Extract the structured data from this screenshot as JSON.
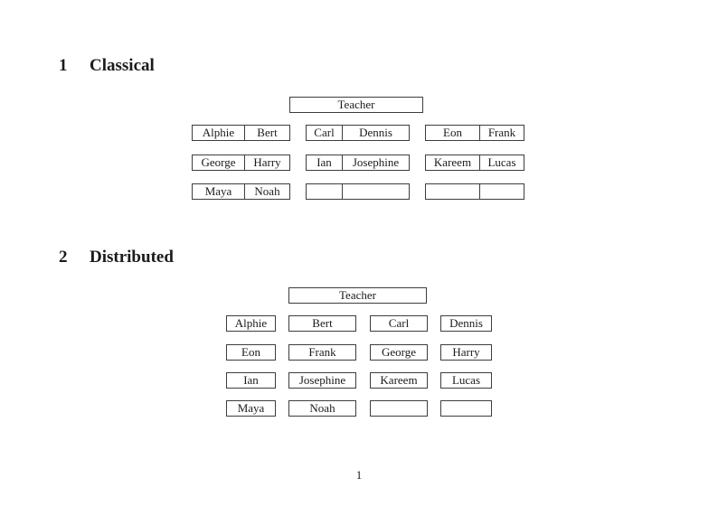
{
  "page": {
    "number": "1"
  },
  "colors": {
    "text": "#1b1b1b",
    "border": "#3d3d3d",
    "background": "#ffffff"
  },
  "sections": {
    "classical": {
      "number": "1",
      "title": "Classical",
      "teacher_label": "Teacher",
      "rows": [
        {
          "pairs": [
            {
              "left": "Alphie",
              "right": "Bert"
            },
            {
              "left": "Carl",
              "right": "Dennis"
            },
            {
              "left": "Eon",
              "right": "Frank"
            }
          ]
        },
        {
          "pairs": [
            {
              "left": "George",
              "right": "Harry"
            },
            {
              "left": "Ian",
              "right": "Josephine"
            },
            {
              "left": "Kareem",
              "right": "Lucas"
            }
          ]
        },
        {
          "pairs": [
            {
              "left": "Maya",
              "right": "Noah"
            },
            {
              "left": "",
              "right": ""
            },
            {
              "left": "",
              "right": ""
            }
          ]
        }
      ]
    },
    "distributed": {
      "number": "2",
      "title": "Distributed",
      "teacher_label": "Teacher",
      "rows": [
        {
          "desks": [
            "Alphie",
            "Bert",
            "Carl",
            "Dennis"
          ]
        },
        {
          "desks": [
            "Eon",
            "Frank",
            "George",
            "Harry"
          ]
        },
        {
          "desks": [
            "Ian",
            "Josephine",
            "Kareem",
            "Lucas"
          ]
        },
        {
          "desks": [
            "Maya",
            "Noah",
            "",
            ""
          ]
        }
      ]
    }
  }
}
